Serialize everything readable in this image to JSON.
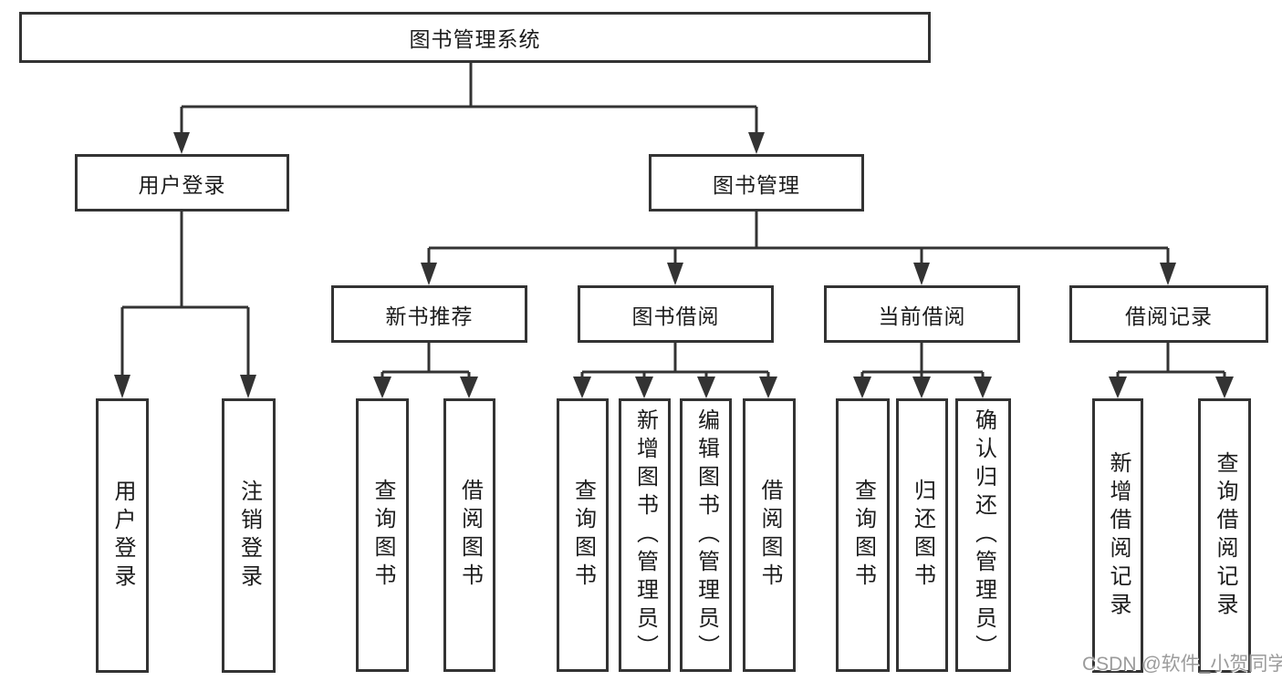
{
  "diagram": {
    "type": "hierarchy-tree",
    "colors": {
      "background": "#ffffff",
      "line": "#333333",
      "box_border": "#333333",
      "text": "#1c1c1c",
      "watermark_text": "#9b9b9b"
    },
    "tree": {
      "root": {
        "label": "图书管理系统",
        "children": [
          {
            "label": "用户登录",
            "children": [
              {
                "label": "用户登录"
              },
              {
                "label": "注销登录"
              }
            ]
          },
          {
            "label": "图书管理",
            "children": [
              {
                "label": "新书推荐",
                "children": [
                  {
                    "label": "查询图书"
                  },
                  {
                    "label": "借阅图书"
                  }
                ]
              },
              {
                "label": "图书借阅",
                "children": [
                  {
                    "label": "查询图书"
                  },
                  {
                    "label": "新增图书（管理员）"
                  },
                  {
                    "label": "编辑图书（管理员）"
                  },
                  {
                    "label": "借阅图书"
                  }
                ]
              },
              {
                "label": "当前借阅",
                "children": [
                  {
                    "label": "查询图书"
                  },
                  {
                    "label": "归还图书"
                  },
                  {
                    "label": "确认归还（管理员）"
                  }
                ]
              },
              {
                "label": "借阅记录",
                "children": [
                  {
                    "label": "新增借阅记录"
                  },
                  {
                    "label": "查询借阅记录"
                  }
                ]
              }
            ]
          }
        ]
      }
    }
  },
  "watermark": {
    "text": "CSDN @软件_小贺同学"
  }
}
